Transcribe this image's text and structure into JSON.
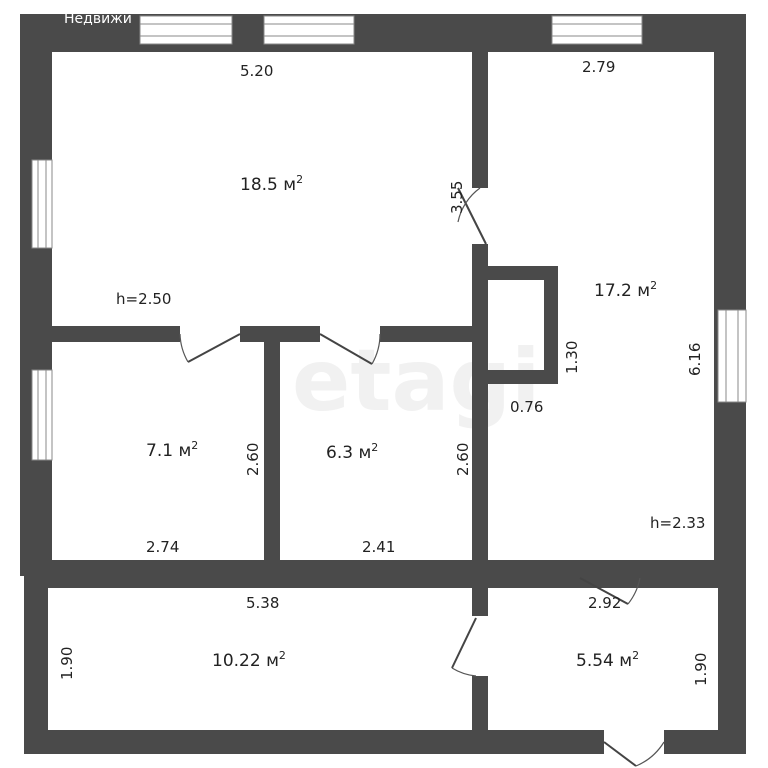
{
  "brand": "Недвижи",
  "watermark": "etagi",
  "rooms": [
    {
      "id": "room-1",
      "area": "18.5 м",
      "width": "5.20",
      "height_label": "h=2.50"
    },
    {
      "id": "room-2",
      "area": "17.2 м",
      "width": "2.79",
      "depth": "6.16",
      "height_label": "h=2.33"
    },
    {
      "id": "room-3",
      "area": "7.1 м",
      "width": "2.74",
      "depth": "2.60"
    },
    {
      "id": "room-4",
      "area": "6.3 м",
      "width": "2.41",
      "depth": "2.60"
    },
    {
      "id": "room-5",
      "area": "10.22 м",
      "width": "5.38",
      "depth": "1.90"
    },
    {
      "id": "room-6",
      "area": "5.54 м",
      "width": "2.92",
      "depth": "1.90"
    }
  ],
  "extra_dims": {
    "wall_355": "3.55",
    "niche_130": "1.30",
    "niche_076": "0.76"
  },
  "sup": "2"
}
